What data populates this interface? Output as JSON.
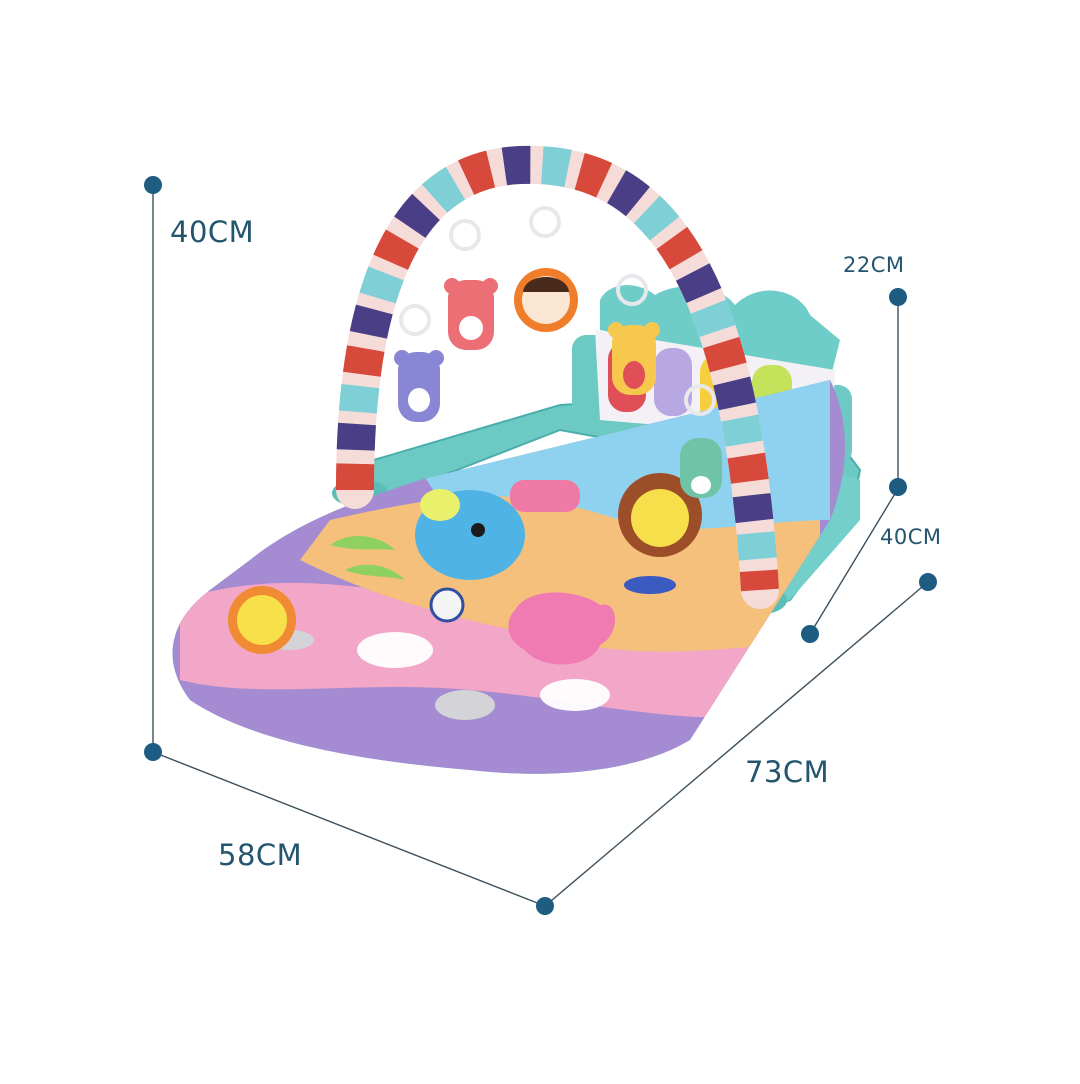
{
  "product": {
    "name": "Baby play gym piano mat",
    "colors": {
      "teal": "#6cc9c4",
      "teal_dark": "#3fa9a6",
      "arch_pink": "#f7dcd8",
      "arch_red": "#d7493a",
      "arch_navy": "#4a3f86",
      "arch_cyan": "#7ed0d6",
      "mat_purple": "#a58bd1",
      "mat_pink": "#f2a6c8",
      "mat_sand": "#f5bf7c",
      "mat_sky": "#8fd2f0"
    },
    "hanging_toys": [
      {
        "name": "purple-bear-rattle",
        "color": "#8a86d6"
      },
      {
        "name": "pink-bear-rattle",
        "color": "#ec6f76"
      },
      {
        "name": "girl-face-mirror",
        "color": "#ef7d2a"
      },
      {
        "name": "yellow-bear-rattle",
        "color": "#f7c84e"
      },
      {
        "name": "green-frog-rattle",
        "color": "#6fc3a6"
      }
    ],
    "piano_keys": [
      "#e04f57",
      "#b7a8e4",
      "#f6cf3f",
      "#c4e25a"
    ],
    "mat_characters": [
      "elephant",
      "lion",
      "sun",
      "fox",
      "beach-ball",
      "palm-tree",
      "clouds"
    ]
  },
  "dimensions": {
    "color": "#24556e",
    "line_color": "#3d4f5c",
    "arch_height": "40CM",
    "panel_height": "22CM",
    "panel_depth": "40CM",
    "mat_length": "73CM",
    "mat_width": "58CM"
  }
}
